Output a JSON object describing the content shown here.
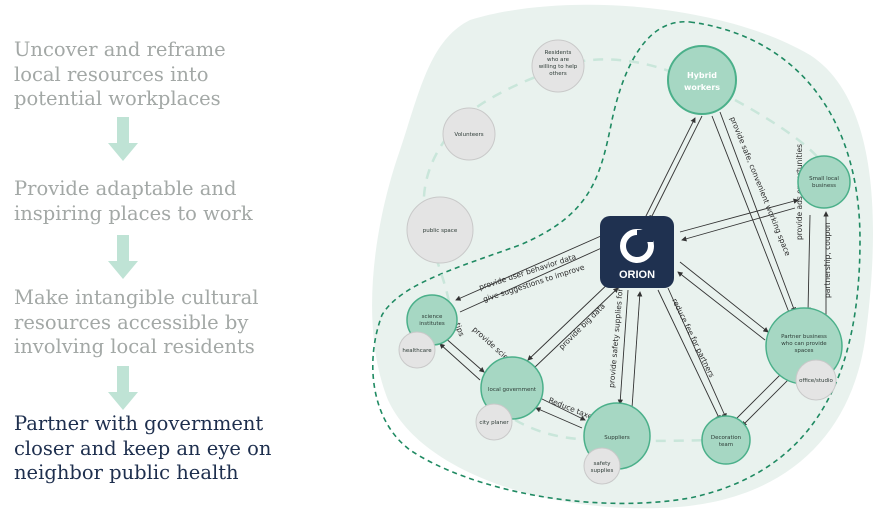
{
  "steps": [
    {
      "text": "Uncover and reframe\nlocal resources into\npotential workplaces"
    },
    {
      "text": "Provide adaptable and\ninspiring places to work"
    },
    {
      "text": "Make intangible cultural\nresources accessible by\ninvolving local residents"
    },
    {
      "text": "Partner with government\ncloser and keep an eye on\nneighbor public health"
    }
  ],
  "hub": {
    "name": "ORION"
  },
  "nodes": {
    "hybrid": "Hybrid workers",
    "residents": "Residents who are willing to help others",
    "volunteers": "Volunteers",
    "public_space": "public space",
    "small_business": "Small local business",
    "science": "science institutes",
    "healthcare": "healthcare",
    "local_gov": "local government",
    "city_planer": "city planer",
    "suppliers": "Suppliers",
    "safety": "safety supplies",
    "decoration": "Decoration team",
    "partner": "Partner business who can provide spaces",
    "office": "office/studio"
  },
  "edges": {
    "user_behavior": "provide user behavior data",
    "suggestions": "give suggestions to improve",
    "safe_space": "provide safe, convenient working space",
    "ads": "provide ads opportunities",
    "coupon": "partnership, coupon",
    "science": "provide science",
    "big_data": "provide big data",
    "safety_supplies": "provide safety supplies for work",
    "reduce_fee": "reduce fee for partners",
    "reduce_taxes": "Reduce taxes",
    "tips": "tips"
  },
  "colors": {
    "node_fill": "#a6d7c3",
    "node_stroke": "#4bb08a",
    "hub_fill": "#1f3150",
    "blob_fill": "#e9f2ee",
    "dash": "#1f8a62",
    "arrow": "#bfe3d5",
    "grey_node": "#e4e4e4",
    "text_light": "#a3a8a6",
    "text_dark": "#1e2f4e"
  }
}
